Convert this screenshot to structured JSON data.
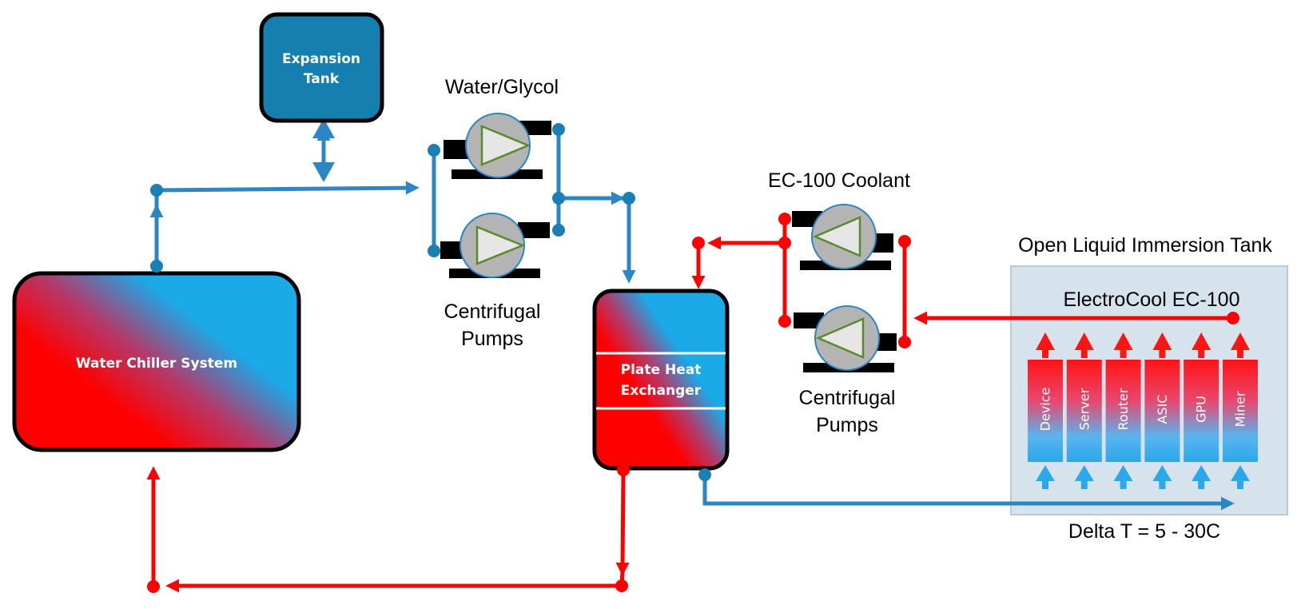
{
  "diagram": {
    "components": {
      "expansion_tank": [
        "Expansion",
        "Tank"
      ],
      "water_chiller": "Water Chiller System",
      "heat_exchanger": [
        "Plate Heat",
        "Exchanger"
      ]
    },
    "labels": {
      "water_glycol": "Water/Glycol",
      "pumps_left": [
        "Centrifugal",
        "Pumps"
      ],
      "ec_coolant": "EC-100 Coolant",
      "pumps_right": [
        "Centrifugal",
        "Pumps"
      ],
      "tank_title": "Open Liquid Immersion Tank",
      "tank_fluid": "ElectroCool EC-100",
      "delta_t": "Delta T = 5 - 30C"
    },
    "devices": [
      "Device",
      "Server",
      "Router",
      "ASIC",
      "GPU",
      "Miner"
    ],
    "colors": {
      "hot": "#ff0000",
      "cold": "#2a86c4",
      "cold_dot": "#1a7fb4",
      "tank_box": "#157fb0",
      "cyan": "#1aaae8",
      "pump_body": "#b4b4b4",
      "pump_triangle": "#e6e6e6",
      "pump_outline": "#5a8a2a",
      "immersion_tank": "#d6e3ec"
    }
  }
}
